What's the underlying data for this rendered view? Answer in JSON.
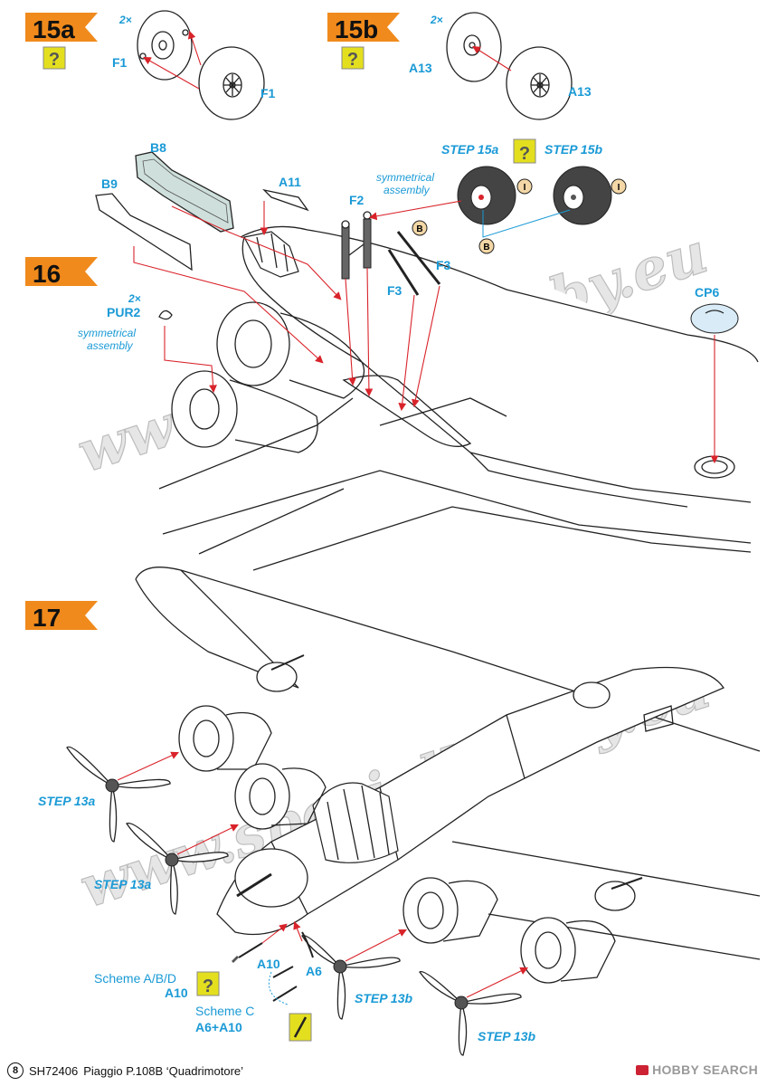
{
  "steps": {
    "s15a": "15a",
    "s15b": "15b",
    "s16": "16",
    "s17": "17"
  },
  "labels": {
    "two_x": "2×",
    "f1": "F1",
    "a13": "A13",
    "b8": "B8",
    "b9": "B9",
    "a11": "A11",
    "f2": "F2",
    "f3": "F3",
    "pur2": "PUR2",
    "cp6": "CP6",
    "symmetrical": "symmetrical",
    "assembly": "assembly",
    "step15a": "STEP 15a",
    "step15b": "STEP 15b",
    "step13a": "STEP 13a",
    "step13b": "STEP 13b",
    "scheme_abd": "Scheme A/B/D",
    "a10": "A10",
    "a6": "A6",
    "scheme_c": "Scheme C",
    "a6_a10": "A6+A10",
    "badge_b": "B",
    "badge_i": "I",
    "question": "?"
  },
  "footer": {
    "page": "8",
    "code": "SH72406",
    "title": "Piaggio P.108B ‘Quadrimotore’"
  },
  "brand": "HOBBY SEARCH",
  "watermark": "www.specialhobby.eu",
  "colors": {
    "accent_blue": "#1a9ad6",
    "step_orange": "#f08a1c",
    "arrow_red": "#d9232a",
    "question_yellow": "#e3df1f",
    "glass_green": "#cfe0dc"
  },
  "icons": {
    "question": "question-mark-icon",
    "badge": "circle-letter-badge-icon",
    "choose": "alternative-option-icon"
  }
}
